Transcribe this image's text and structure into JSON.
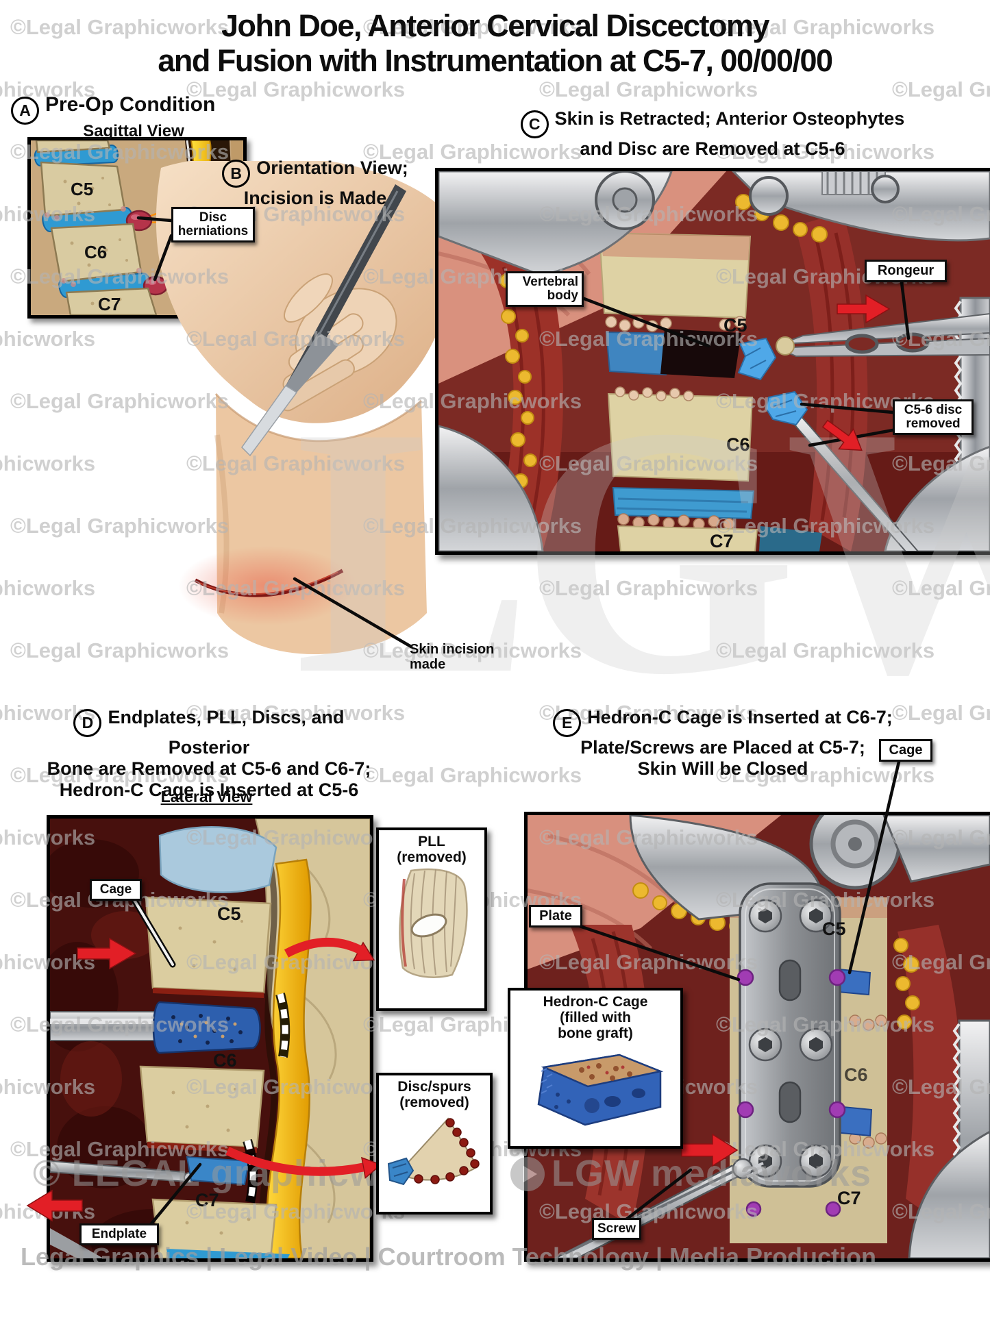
{
  "title": {
    "line1": "John Doe, Anterior Cervical Discectomy",
    "line2": "and Fusion with Instrumentation at C5-7, 00/00/00"
  },
  "watermark": {
    "text": "©Legal Graphicworks"
  },
  "center_watermark": {
    "text": "LGW"
  },
  "footer": {
    "brand_left": "© LEGAL graphicworks",
    "brand_right": "LGW mediaworks",
    "services": "Legal Graphics | Legal Video | Courtroom Technology | Media Production"
  },
  "panel_a": {
    "letter": "A",
    "title": "Pre-Op Condition",
    "subtitle": "Sagittal View",
    "c5": "C5",
    "c6": "C6",
    "c7": "C7",
    "disc_herniations_line1": "Disc",
    "disc_herniations_line2": "herniations"
  },
  "panel_b": {
    "letter": "B",
    "title_line1": "Orientation View;",
    "title_line2": "Incision is Made",
    "skin_incision_line1": "Skin incision",
    "skin_incision_line2": "made"
  },
  "panel_c": {
    "letter": "C",
    "title_line1": "Skin is Retracted; Anterior Osteophytes",
    "title_line2": "and Disc are Removed at C5-6",
    "vertebral_body_line1": "Vertebral",
    "vertebral_body_line2": "body",
    "rongeur": "Rongeur",
    "c5": "C5",
    "c6": "C6",
    "c7": "C7",
    "disc_removed_line1": "C5-6 disc",
    "disc_removed_line2": "removed"
  },
  "panel_d": {
    "letter": "D",
    "title_line1": "Endplates, PLL, Discs, and Posterior",
    "title_line2": "Bone are Removed at C5-6 and C6-7;",
    "title_line3": "Hedron-C Cage is Inserted at C5-6",
    "subtitle": "Lateral View",
    "cage": "Cage",
    "c5": "C5",
    "c6": "C6",
    "c7": "C7",
    "endplate": "Endplate",
    "pll_line1": "PLL",
    "pll_line2": "(removed)",
    "disc_spurs_line1": "Disc/spurs",
    "disc_spurs_line2": "(removed)"
  },
  "panel_e": {
    "letter": "E",
    "title_line1": "Hedron-C Cage is Inserted at C6-7;",
    "title_line2": "Plate/Screws are Placed at C5-7;",
    "title_line3": "Skin Will be Closed",
    "plate": "Plate",
    "cage": "Cage",
    "c5": "C5",
    "c6": "C6",
    "c7": "C7",
    "hedron_line1": "Hedron-C Cage",
    "hedron_line2": "(filled with",
    "hedron_line3": "bone graft)",
    "screw": "Screw"
  },
  "colors": {
    "arrow_red": "#e21f26",
    "disc_blue": "#3a86c8",
    "bone": "#d9cda2",
    "watermark_gray": "#b4b4b4",
    "label_border": "#0d0d0d"
  }
}
